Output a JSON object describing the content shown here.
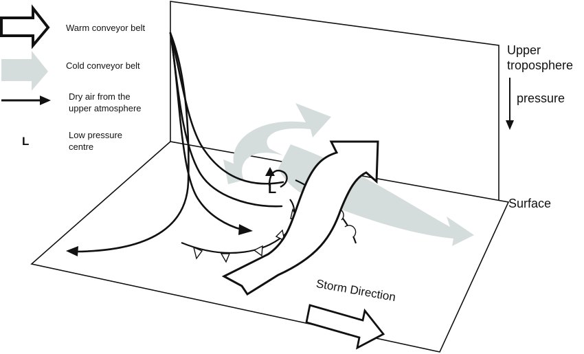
{
  "legend": {
    "warm_conveyor_belt": "Warm conveyor belt",
    "cold_conveyor_belt": "Cold conveyor belt",
    "dry_air_line1": "Dry air from the",
    "dry_air_line2": "upper atmosphere",
    "low_symbol": "L",
    "low_pressure_line1": "Low pressure",
    "low_pressure_line2": "centre"
  },
  "labels": {
    "upper_line1": "Upper",
    "upper_line2": "troposphere",
    "pressure": "pressure",
    "surface": "Surface",
    "storm_direction": "Storm Direction",
    "low_marker": "L"
  },
  "colors": {
    "cold_belt": "#d5dcdc",
    "warm_belt_fill": "#ffffff",
    "line": "#111111"
  }
}
